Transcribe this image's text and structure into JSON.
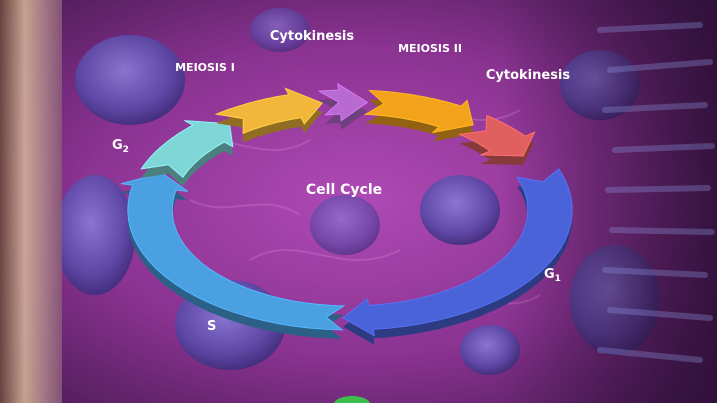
{
  "diagram": {
    "center_label": "Cell Cycle",
    "phases": [
      {
        "id": "g1",
        "label": "G",
        "sub": "1",
        "color": "#4a63d8"
      },
      {
        "id": "s",
        "label": "S",
        "sub": "",
        "color": "#4aa0e0"
      },
      {
        "id": "g2",
        "label": "G",
        "sub": "2",
        "color": "#7ed6d6"
      },
      {
        "id": "meiosis1",
        "label": "MEIOSIS I",
        "sub": "",
        "color": "#f2b63a"
      },
      {
        "id": "cytokinesis1",
        "label": "Cytokinesis",
        "sub": "",
        "color": "#b86ad2"
      },
      {
        "id": "meiosis2",
        "label": "MEIOSIS II",
        "sub": "",
        "color": "#f3a21c"
      },
      {
        "id": "cytokinesis2",
        "label": "Cytokinesis",
        "sub": "",
        "color": "#e06060"
      }
    ]
  },
  "colors": {
    "background": "#7a2c87",
    "cell_nucleus": "#5a4aa8",
    "left_edge": "#c9a98a",
    "small_object": "#3bbf4a"
  }
}
